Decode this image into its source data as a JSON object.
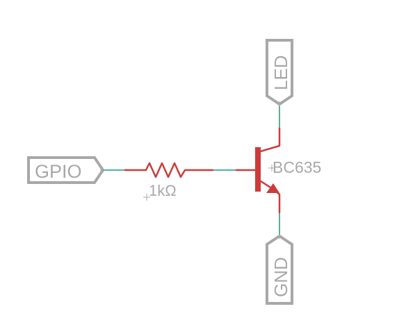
{
  "ports": {
    "gpio": "GPIO",
    "led": "LED",
    "gnd": "GND"
  },
  "resistor": {
    "value": "1kΩ"
  },
  "transistor": {
    "name": "BC635"
  },
  "colors": {
    "wire": "#4fb39a",
    "part": "#cc3b3b",
    "label": "#a8a8a8"
  }
}
